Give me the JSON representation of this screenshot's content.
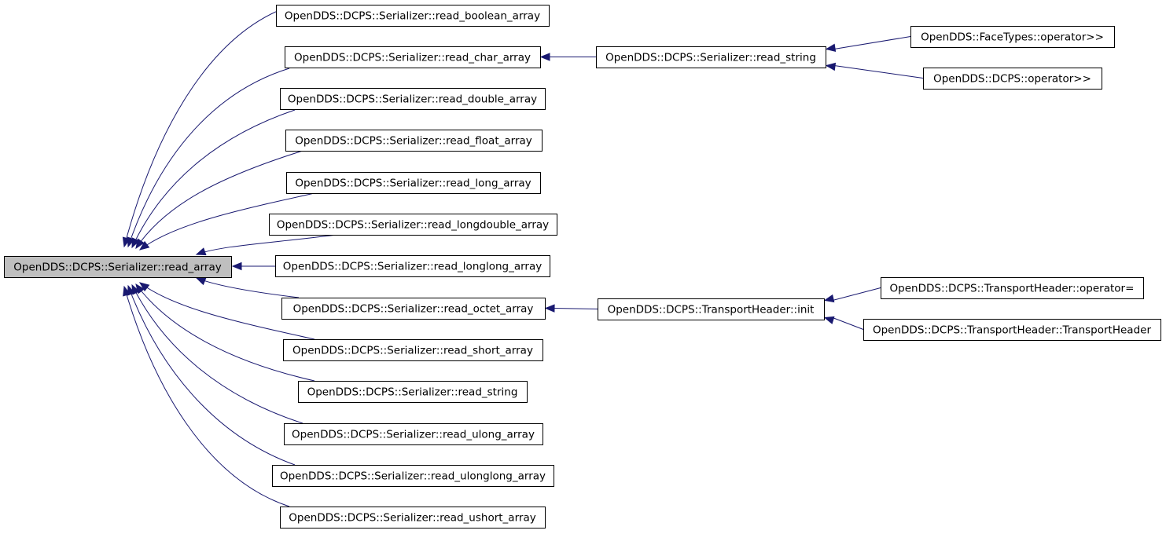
{
  "graph": {
    "root": {
      "id": "root",
      "label": "OpenDDS::DCPS::Serializer::read_array",
      "highlighted": true
    },
    "nodes": [
      {
        "id": "n_bool",
        "label": "OpenDDS::DCPS::Serializer::read_boolean_array"
      },
      {
        "id": "n_char",
        "label": "OpenDDS::DCPS::Serializer::read_char_array"
      },
      {
        "id": "n_double",
        "label": "OpenDDS::DCPS::Serializer::read_double_array"
      },
      {
        "id": "n_float",
        "label": "OpenDDS::DCPS::Serializer::read_float_array"
      },
      {
        "id": "n_long",
        "label": "OpenDDS::DCPS::Serializer::read_long_array"
      },
      {
        "id": "n_ldbl",
        "label": "OpenDDS::DCPS::Serializer::read_longdouble_array"
      },
      {
        "id": "n_ll",
        "label": "OpenDDS::DCPS::Serializer::read_longlong_array"
      },
      {
        "id": "n_octet",
        "label": "OpenDDS::DCPS::Serializer::read_octet_array"
      },
      {
        "id": "n_short",
        "label": "OpenDDS::DCPS::Serializer::read_short_array"
      },
      {
        "id": "n_string",
        "label": "OpenDDS::DCPS::Serializer::read_string"
      },
      {
        "id": "n_ulong",
        "label": "OpenDDS::DCPS::Serializer::read_ulong_array"
      },
      {
        "id": "n_ull",
        "label": "OpenDDS::DCPS::Serializer::read_ulonglong_array"
      },
      {
        "id": "n_ushort",
        "label": "OpenDDS::DCPS::Serializer::read_ushort_array"
      },
      {
        "id": "n_rs2",
        "label": "OpenDDS::DCPS::Serializer::read_string"
      },
      {
        "id": "n_face",
        "label": "OpenDDS::FaceTypes::operator>>"
      },
      {
        "id": "n_dcop",
        "label": "OpenDDS::DCPS::operator>>"
      },
      {
        "id": "n_thinit",
        "label": "OpenDDS::DCPS::TransportHeader::init"
      },
      {
        "id": "n_thop",
        "label": "OpenDDS::DCPS::TransportHeader::operator="
      },
      {
        "id": "n_thctor",
        "label": "OpenDDS::DCPS::TransportHeader::TransportHeader"
      }
    ],
    "edges": [
      {
        "from": "n_bool",
        "to": "root"
      },
      {
        "from": "n_char",
        "to": "root"
      },
      {
        "from": "n_double",
        "to": "root"
      },
      {
        "from": "n_float",
        "to": "root"
      },
      {
        "from": "n_long",
        "to": "root"
      },
      {
        "from": "n_ldbl",
        "to": "root"
      },
      {
        "from": "n_ll",
        "to": "root"
      },
      {
        "from": "n_octet",
        "to": "root"
      },
      {
        "from": "n_short",
        "to": "root"
      },
      {
        "from": "n_string",
        "to": "root"
      },
      {
        "from": "n_ulong",
        "to": "root"
      },
      {
        "from": "n_ull",
        "to": "root"
      },
      {
        "from": "n_ushort",
        "to": "root"
      },
      {
        "from": "n_rs2",
        "to": "n_char"
      },
      {
        "from": "n_face",
        "to": "n_rs2"
      },
      {
        "from": "n_dcop",
        "to": "n_rs2"
      },
      {
        "from": "n_thinit",
        "to": "n_octet"
      },
      {
        "from": "n_thop",
        "to": "n_thinit"
      },
      {
        "from": "n_thctor",
        "to": "n_thinit"
      }
    ]
  },
  "colors": {
    "edge": "#191970",
    "node_border": "#000000",
    "node_fill": "#ffffff",
    "highlight_fill": "#bfbfbf",
    "text": "#000000"
  }
}
